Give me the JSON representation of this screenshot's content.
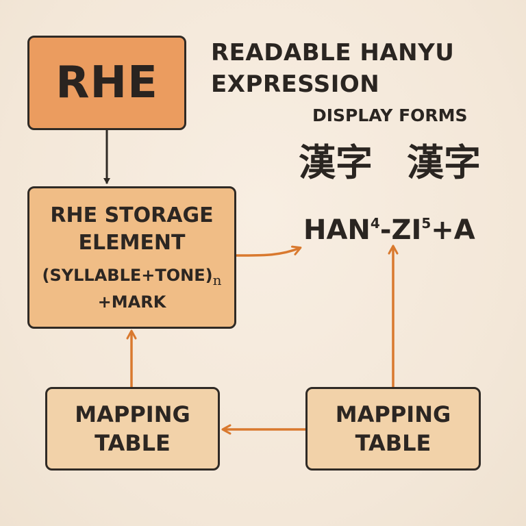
{
  "diagram": {
    "rhe_box": {
      "label": "RHE"
    },
    "storage_box": {
      "title_line1": "RHE STORAGE",
      "title_line2": "ELEMENT",
      "formula": "(SYLLABLE+TONE)",
      "formula_subscript": "n",
      "mark": "+MARK"
    },
    "mapping_left": {
      "line1": "MAPPING",
      "line2": "TABLE"
    },
    "mapping_right": {
      "line1": "MAPPING",
      "line2": "TABLE"
    },
    "heading": {
      "line1": "READABLE HANYU",
      "line2": "EXPRESSION"
    },
    "display": {
      "title": "DISPLAY FORMS",
      "hanzi_a": "漢字",
      "hanzi_b": "漢字",
      "pinyin_part1": "HAN",
      "pinyin_tone1": "4",
      "pinyin_part2": "-ZI",
      "pinyin_tone2": "5",
      "pinyin_part3": "+A"
    },
    "colors": {
      "background": "#f5ebdd",
      "rhe_fill": "#eb9c5f",
      "storage_fill": "#f0bd86",
      "mapping_fill": "#f2d2a9",
      "arrow_orange": "#d9792e",
      "arrow_dark": "#2f2a25"
    }
  }
}
